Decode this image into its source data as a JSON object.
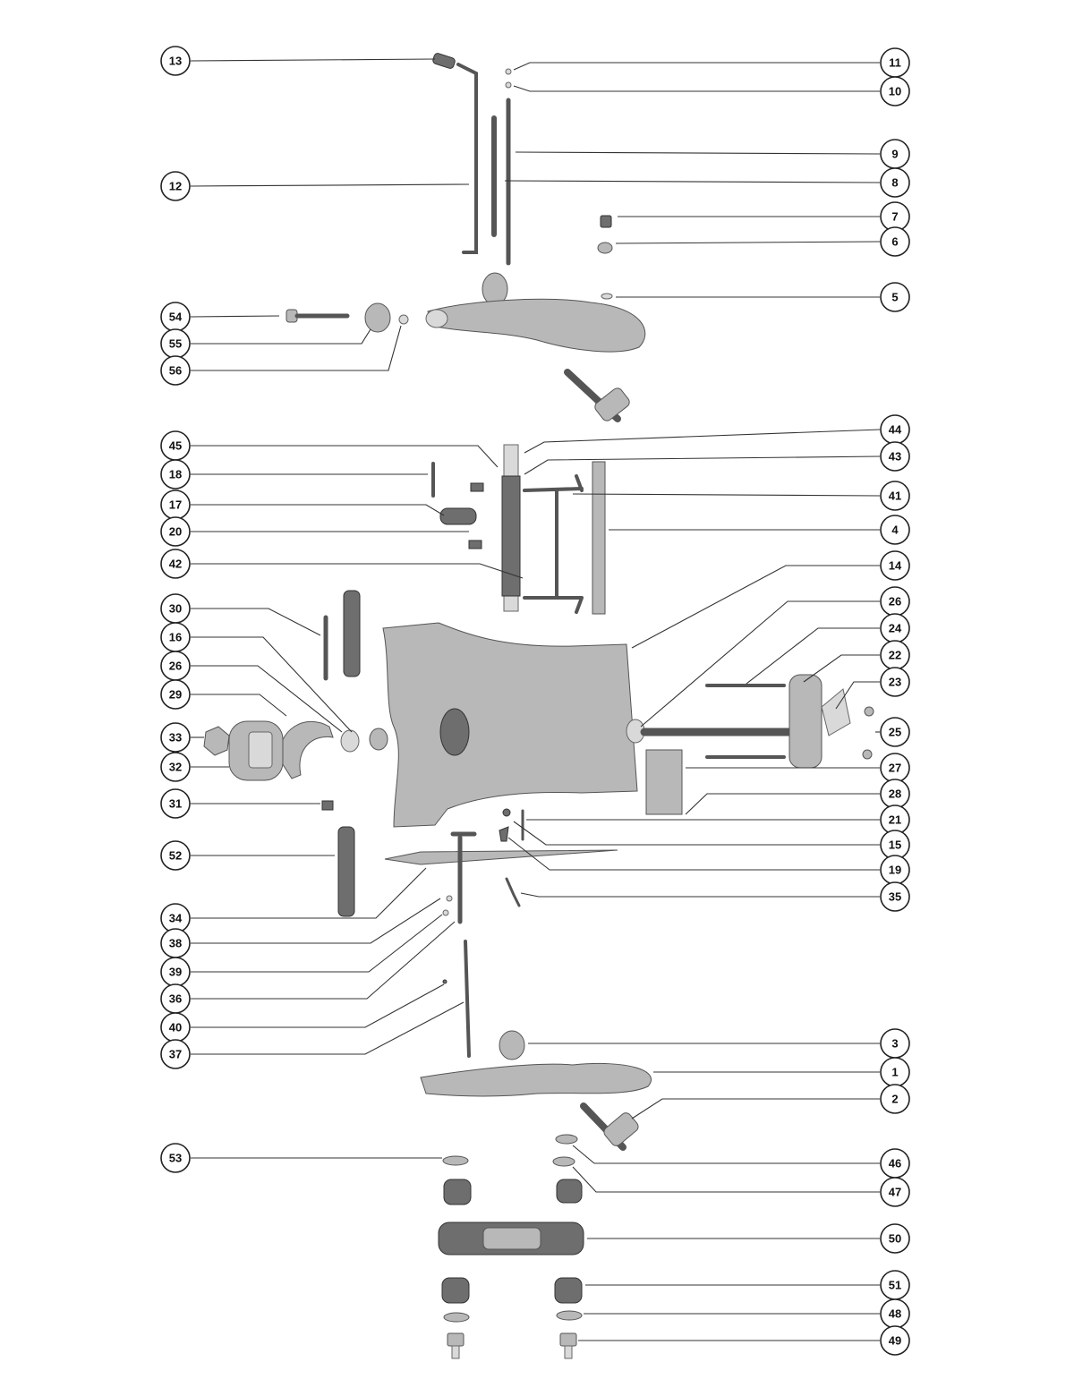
{
  "callouts": [
    {
      "id": "13",
      "side": "left"
    },
    {
      "id": "12",
      "side": "left"
    },
    {
      "id": "54",
      "side": "left"
    },
    {
      "id": "55",
      "side": "left"
    },
    {
      "id": "56",
      "side": "left"
    },
    {
      "id": "45",
      "side": "left"
    },
    {
      "id": "18",
      "side": "left"
    },
    {
      "id": "17",
      "side": "left"
    },
    {
      "id": "20",
      "side": "left"
    },
    {
      "id": "42",
      "side": "left"
    },
    {
      "id": "30",
      "side": "left"
    },
    {
      "id": "16",
      "side": "left"
    },
    {
      "id": "26",
      "side": "left"
    },
    {
      "id": "29",
      "side": "left"
    },
    {
      "id": "33",
      "side": "left"
    },
    {
      "id": "32",
      "side": "left"
    },
    {
      "id": "31",
      "side": "left"
    },
    {
      "id": "52",
      "side": "left"
    },
    {
      "id": "34",
      "side": "left"
    },
    {
      "id": "38",
      "side": "left"
    },
    {
      "id": "39",
      "side": "left"
    },
    {
      "id": "36",
      "side": "left"
    },
    {
      "id": "40",
      "side": "left"
    },
    {
      "id": "37",
      "side": "left"
    },
    {
      "id": "53",
      "side": "left"
    },
    {
      "id": "11",
      "side": "right"
    },
    {
      "id": "10",
      "side": "right"
    },
    {
      "id": "9",
      "side": "right"
    },
    {
      "id": "8",
      "side": "right"
    },
    {
      "id": "7",
      "side": "right"
    },
    {
      "id": "6",
      "side": "right"
    },
    {
      "id": "5",
      "side": "right"
    },
    {
      "id": "44",
      "side": "right"
    },
    {
      "id": "43",
      "side": "right"
    },
    {
      "id": "41",
      "side": "right"
    },
    {
      "id": "4",
      "side": "right"
    },
    {
      "id": "14",
      "side": "right"
    },
    {
      "id": "26",
      "side": "right"
    },
    {
      "id": "24",
      "side": "right"
    },
    {
      "id": "22",
      "side": "right"
    },
    {
      "id": "23",
      "side": "right"
    },
    {
      "id": "25",
      "side": "right"
    },
    {
      "id": "27",
      "side": "right"
    },
    {
      "id": "28",
      "side": "right"
    },
    {
      "id": "21",
      "side": "right"
    },
    {
      "id": "15",
      "side": "right"
    },
    {
      "id": "19",
      "side": "right"
    },
    {
      "id": "35",
      "side": "right"
    },
    {
      "id": "3",
      "side": "right"
    },
    {
      "id": "1",
      "side": "right"
    },
    {
      "id": "2",
      "side": "right"
    },
    {
      "id": "46",
      "side": "right"
    },
    {
      "id": "47",
      "side": "right"
    },
    {
      "id": "50",
      "side": "right"
    },
    {
      "id": "51",
      "side": "right"
    },
    {
      "id": "48",
      "side": "right"
    },
    {
      "id": "49",
      "side": "right"
    }
  ]
}
